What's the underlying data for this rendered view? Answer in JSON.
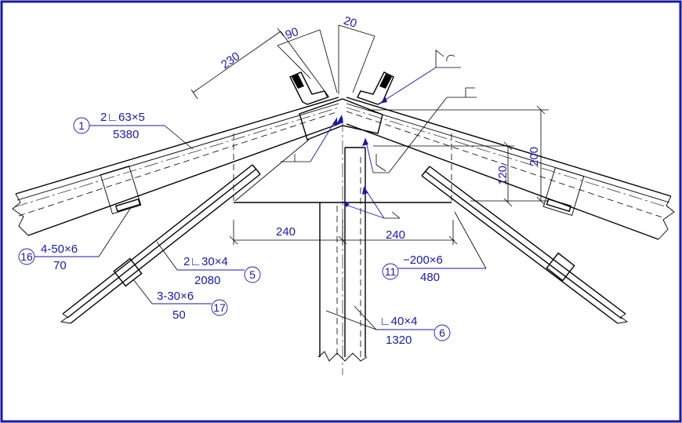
{
  "labels": {
    "part1": {
      "number": "1",
      "section": "2∟63×5",
      "length": "5380"
    },
    "part16": {
      "number": "16",
      "section": "4-50×6",
      "length": "70"
    },
    "part5": {
      "number": "5",
      "section": "2∟30×4",
      "length": "2080"
    },
    "part17": {
      "number": "17",
      "section": "3-30×6",
      "length": "50"
    },
    "part11": {
      "number": "11",
      "section": "−200×6",
      "length": "480"
    },
    "part6": {
      "number": "6",
      "section": "∟40×4",
      "length": "1320"
    }
  },
  "dimensions": {
    "d230": "230",
    "d90": "90",
    "d20": "20",
    "d200": "200",
    "d120": "120",
    "d240_left": "240",
    "d240_right": "240"
  },
  "colors": {
    "annotation": "#1a1aa0",
    "linework": "#000000",
    "border": "#1a1aa0"
  }
}
